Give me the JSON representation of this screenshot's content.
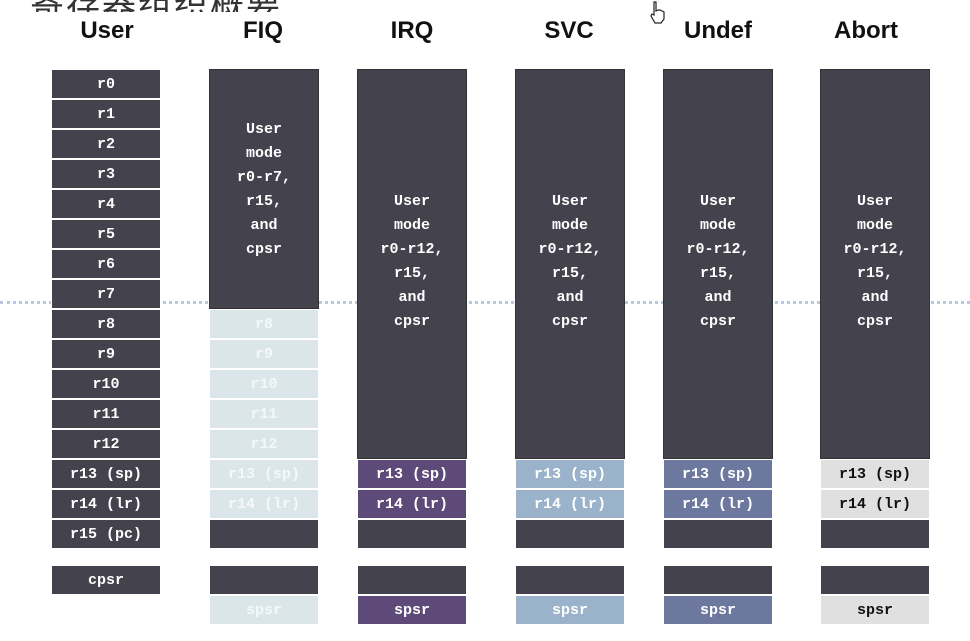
{
  "title_fragment": "寄存器组织概要",
  "modes": {
    "user": "User",
    "fiq": "FIQ",
    "irq": "IRQ",
    "svc": "SVC",
    "undef": "Undef",
    "abort": "Abort"
  },
  "user_registers": [
    "r0",
    "r1",
    "r2",
    "r3",
    "r4",
    "r5",
    "r6",
    "r7",
    "r8",
    "r9",
    "r10",
    "r11",
    "r12",
    "r13 (sp)",
    "r14 (lr)",
    "r15 (pc)"
  ],
  "user_cpsr": "cpsr",
  "fiq": {
    "shared_text": "User\nmode\nr0-r7,\nr15,\nand\ncpsr",
    "banked": [
      "r8",
      "r9",
      "r10",
      "r11",
      "r12",
      "r13 (sp)",
      "r14 (lr)"
    ],
    "spsr": "spsr"
  },
  "irq": {
    "shared_text": "User\nmode\nr0-r12,\nr15,\nand\ncpsr",
    "banked": [
      "r13 (sp)",
      "r14 (lr)"
    ],
    "spsr": "spsr"
  },
  "svc": {
    "shared_text": "User\nmode\nr0-r12,\nr15,\nand\ncpsr",
    "banked": [
      "r13 (sp)",
      "r14 (lr)"
    ],
    "spsr": "spsr"
  },
  "undef": {
    "shared_text": "User\nmode\nr0-r12,\nr15,\nand\ncpsr",
    "banked": [
      "r13 (sp)",
      "r14 (lr)"
    ],
    "spsr": "spsr"
  },
  "abort": {
    "shared_text": "User\nmode\nr0-r12,\nr15,\nand\ncpsr",
    "banked": [
      "r13 (sp)",
      "r14 (lr)"
    ],
    "spsr": "spsr"
  },
  "colors": {
    "dark": "#43424d",
    "fiq": "#dbe6ea",
    "irq": "#5e4a78",
    "svc": "#9ab3cb",
    "undef": "#6d789f",
    "abort": "#e0e0e0",
    "divider": "#b9c8dc"
  },
  "icons": {
    "cursor": "hand-pointer-icon"
  }
}
